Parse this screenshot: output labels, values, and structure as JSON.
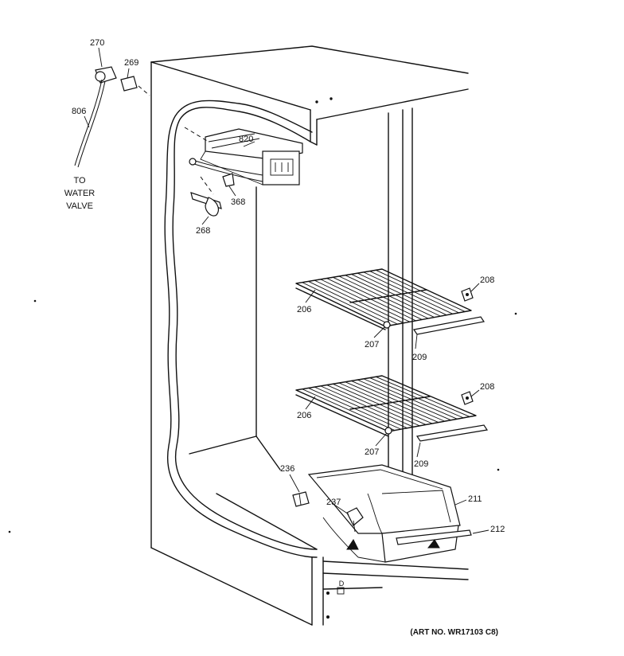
{
  "callouts": {
    "c270": "270",
    "c269": "269",
    "c806": "806",
    "c820": "820",
    "c368": "368",
    "c268": "268",
    "c206a": "206",
    "c206b": "206",
    "c207a": "207",
    "c207b": "207",
    "c208a": "208",
    "c208b": "208",
    "c209a": "209",
    "c209b": "209",
    "c236": "236",
    "c237": "237",
    "c211": "211",
    "c212": "212"
  },
  "water_note": {
    "line1": "TO",
    "line2": "WATER",
    "line3": "VALVE"
  },
  "art_number": "(ART NO. WR17103 C8)",
  "corner_mark": "D"
}
